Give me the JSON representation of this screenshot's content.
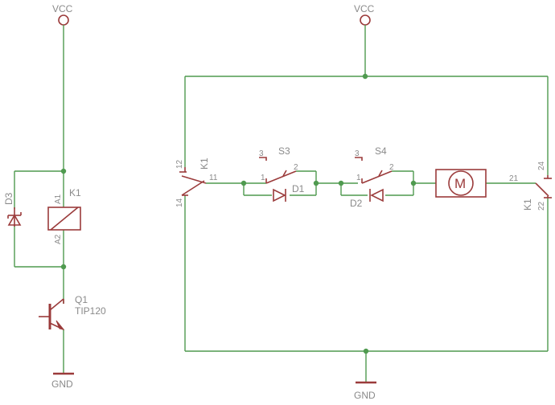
{
  "nets": {
    "vcc_left": "VCC",
    "vcc_right": "VCC",
    "gnd_left": "GND",
    "gnd_right": "GND"
  },
  "components": {
    "d3": {
      "name": "D3"
    },
    "k1_coil": {
      "name": "K1",
      "pin_a1": "A1",
      "pin_a2": "A2"
    },
    "q1": {
      "name": "Q1",
      "value": "TIP120"
    },
    "k1_contact_a": {
      "name": "K1",
      "pin_12": "12",
      "pin_11": "11",
      "pin_14": "14"
    },
    "s3": {
      "name": "S3",
      "pin_3": "3",
      "pin_1": "1",
      "pin_2": "2"
    },
    "d1": {
      "name": "D1"
    },
    "s4": {
      "name": "S4",
      "pin_3": "3",
      "pin_1": "1",
      "pin_2": "2"
    },
    "d2": {
      "name": "D2"
    },
    "motor": {
      "symbol": "M"
    },
    "k1_contact_b": {
      "name": "K1",
      "pin_21": "21",
      "pin_24": "24",
      "pin_22": "22"
    }
  },
  "colors": {
    "wire": "#4f9a4f",
    "part": "#9b3b3b",
    "label": "#8a8a8a"
  }
}
